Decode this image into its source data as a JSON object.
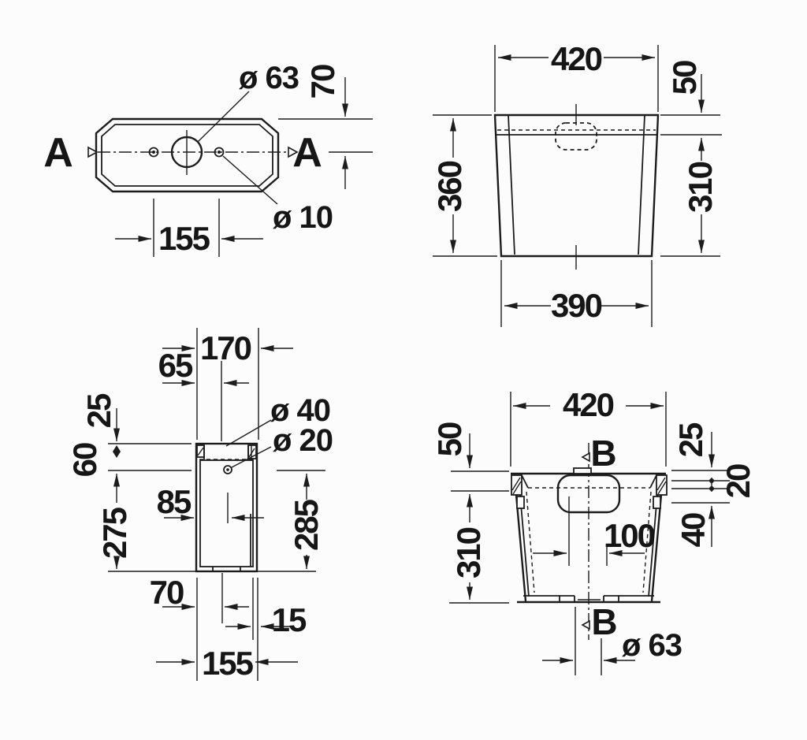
{
  "drawing": {
    "background": "#fcfcfc",
    "line_color": "#1c1c1c",
    "views": {
      "plan": {
        "section_left": "A",
        "section_right": "A",
        "dia63": "ø 63",
        "dim70": "70",
        "dia10": "ø 10",
        "dim155": "155"
      },
      "front": {
        "dim420": "420",
        "dim50": "50",
        "dim360": "360",
        "dim310": "310",
        "dim390": "390"
      },
      "side": {
        "dim170": "170",
        "dim65": "65",
        "dim25": "25",
        "dim60": "60",
        "dim275": "275",
        "dim85": "85",
        "dia40": "ø 40",
        "dia20": "ø 20",
        "dim285": "285",
        "dim70": "70",
        "dim15": "15",
        "dim155": "155"
      },
      "section_bb": {
        "dim420": "420",
        "dim50": "50",
        "dim310": "310",
        "dim25": "25",
        "dim20": "20",
        "dim40": "40",
        "dim100": "100",
        "marker_top": "B",
        "marker_bottom": "B",
        "dia63": "ø 63"
      }
    }
  }
}
